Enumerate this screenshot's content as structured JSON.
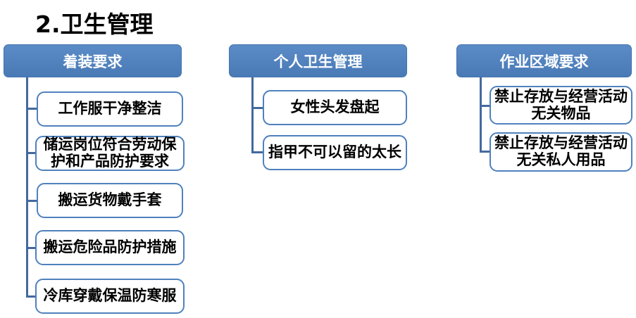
{
  "title": "2.卫生管理",
  "colors": {
    "accent_blue": "#4f81bd",
    "connector_blue": "#44699e",
    "header_text": "#ffffff",
    "item_text": "#000000",
    "background": "#ffffff"
  },
  "columns": [
    {
      "header": "着装要求",
      "items": [
        "工作服干净整洁",
        "储运岗位符合劳动保\n护和产品防护要求",
        "搬运货物戴手套",
        "搬运危险品防护措施",
        "冷库穿戴保温防寒服"
      ]
    },
    {
      "header": "个人卫生管理",
      "items": [
        "女性头发盘起",
        "指甲不可以留的太长"
      ]
    },
    {
      "header": "作业区域要求",
      "items": [
        "禁止存放与经营活动\n无关物品",
        "禁止存放与经营活动\n无关私人用品"
      ]
    }
  ]
}
